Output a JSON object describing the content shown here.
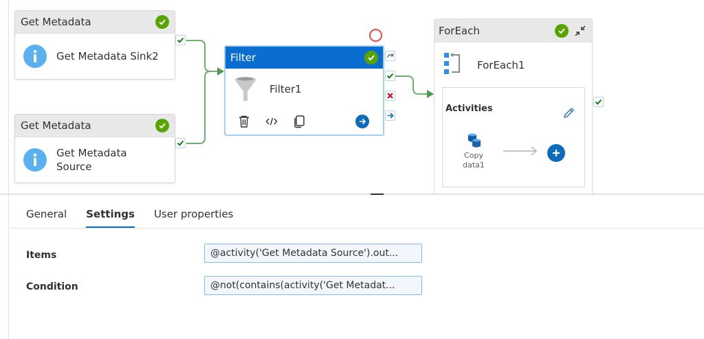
{
  "pipeline": {
    "activities": [
      {
        "id": "getmeta1",
        "type_label": "Get Metadata",
        "name": "Get Metadata Sink2",
        "status": "succeeded",
        "icon": "info-icon"
      },
      {
        "id": "getmeta2",
        "type_label": "Get Metadata",
        "name_line1": "Get Metadata",
        "name_line2": "Source",
        "status": "succeeded",
        "icon": "info-icon"
      },
      {
        "id": "filter",
        "type_label": "Filter",
        "name": "Filter1",
        "status": "succeeded",
        "icon": "funnel-icon",
        "selected": true,
        "tools": [
          "delete-icon",
          "code-icon",
          "copy-icon",
          "navigate-icon"
        ],
        "ports": [
          "skip-port",
          "success-port",
          "failure-port",
          "completion-port"
        ]
      },
      {
        "id": "foreach",
        "type_label": "ForEach",
        "name": "ForEach1",
        "status": "succeeded",
        "icon": "foreach-icon",
        "activities_title": "Activities",
        "inner_activity": {
          "name_line1": "Copy",
          "name_line2": "data1",
          "icon": "copy-data-icon"
        }
      }
    ],
    "colors": {
      "success": "#57a300",
      "accent": "#0f6cbd",
      "connector": "#5a9e5a",
      "failure": "#c50f1f"
    }
  },
  "panel": {
    "tabs": [
      {
        "label": "General",
        "active": false
      },
      {
        "label": "Settings",
        "active": true
      },
      {
        "label": "User properties",
        "active": false
      }
    ],
    "fields": [
      {
        "label": "Items",
        "value": "@activity('Get Metadata Source').out..."
      },
      {
        "label": "Condition",
        "value": "@not(contains(activity('Get Metadat..."
      }
    ]
  }
}
